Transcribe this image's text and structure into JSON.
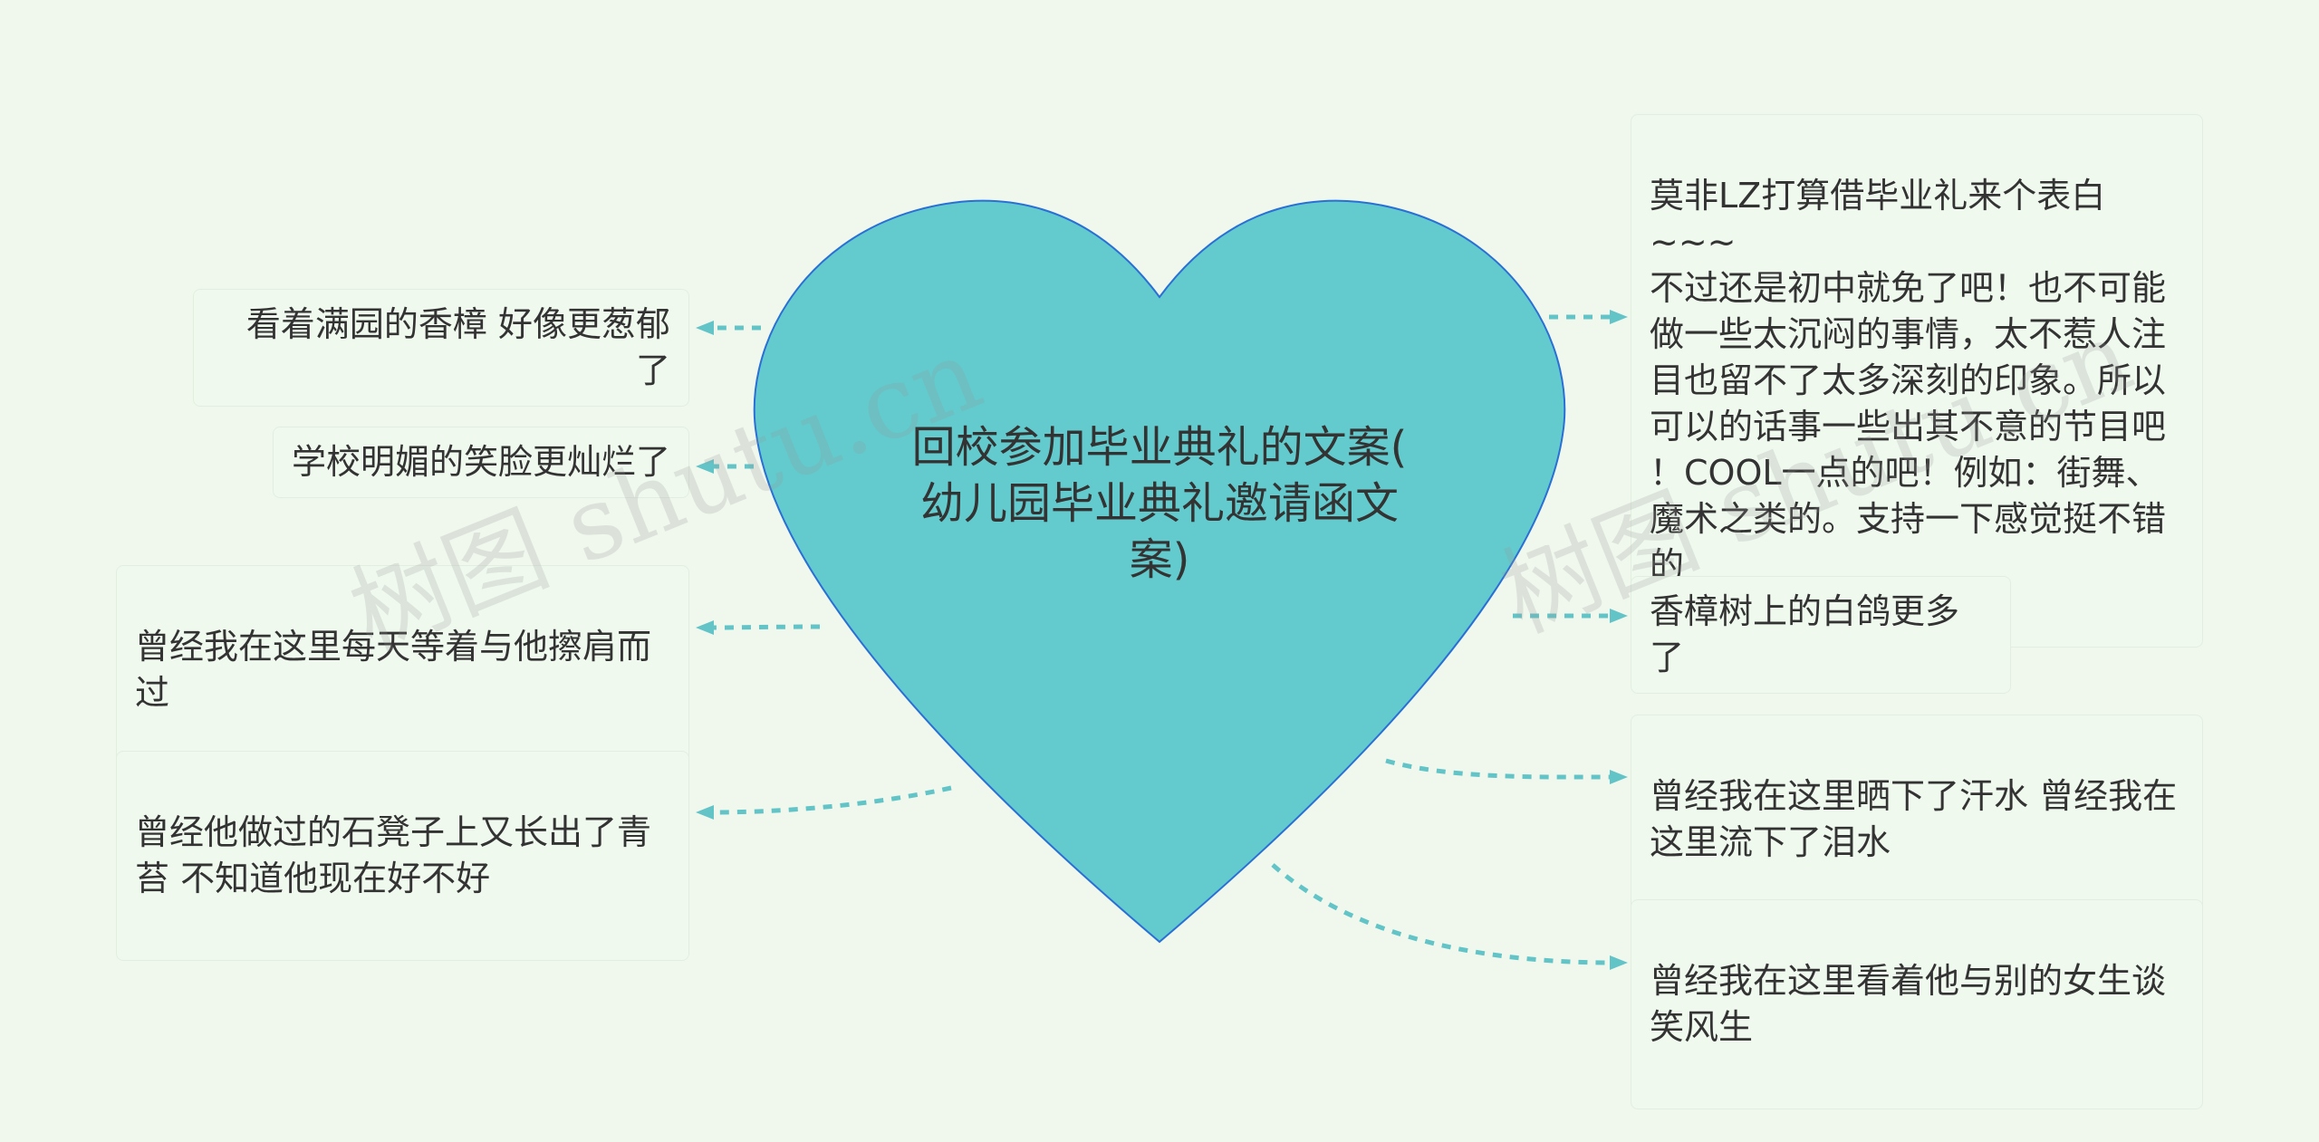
{
  "mindmap": {
    "central_topic": "回校参加毕业典礼的文案(\n幼儿园毕业典礼邀请函文\n案)",
    "left_nodes": [
      "看着满园的香樟 好像更葱郁了",
      "学校明媚的笑脸更灿烂了",
      "曾经我在这里每天等着与他擦肩而\n过",
      "曾经他做过的石凳子上又长出了青\n苔 不知道他现在好不好"
    ],
    "right_nodes": [
      "莫非LZ打算借毕业礼来个表白~~~\n不过还是初中就免了吧！也不可能\n做一些太沉闷的事情，太不惹人注\n目也留不了太多深刻的印象。所以\n可以的话事一些出其不意的节目吧\n！COOL一点的吧！例如：街舞、\n魔术之类的。支持一下感觉挺不错\n的",
      "香樟树上的白鸽更多了",
      "曾经我在这里晒下了汗水 曾经我在\n这里流下了泪水",
      "曾经我在这里看着他与别的女生谈\n笑风生"
    ]
  },
  "watermark": {
    "text": "树图 shutu.cn"
  },
  "colors": {
    "background": "#f0f8ee",
    "heart_fill": "#63cbcd",
    "heart_stroke": "#2a6fd6",
    "connector": "#63c4c8",
    "node_background": "#eff9ee",
    "text": "#333333"
  }
}
